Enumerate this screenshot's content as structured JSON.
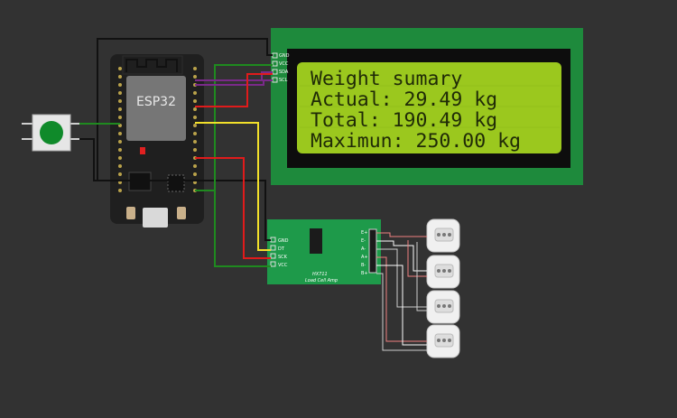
{
  "esp32": {
    "label": "ESP32"
  },
  "lcd": {
    "pins": [
      "GND",
      "VCC",
      "SDA",
      "SCL"
    ],
    "lines": [
      "Weight sumary",
      "Actual: 29.49 kg",
      "Total: 190.49 kg",
      "Maximun: 250.00 kg"
    ]
  },
  "hx711": {
    "title": "HX711",
    "subtitle": "Load Cell Amp",
    "left_pins": [
      "GND",
      "DT",
      "SCK",
      "VCC"
    ],
    "right_pins": [
      "E+",
      "E-",
      "A-",
      "A+",
      "B-",
      "B+"
    ]
  },
  "colors": {
    "background": "#323232",
    "lcd_board": "#1e8a3c",
    "lcd_screen": "#9bc81e",
    "wire_black": "#111111",
    "wire_green": "#1f8a1f",
    "wire_red": "#e01b1b",
    "wire_yellow": "#f2e02a",
    "wire_purple": "#7a2a8a"
  }
}
